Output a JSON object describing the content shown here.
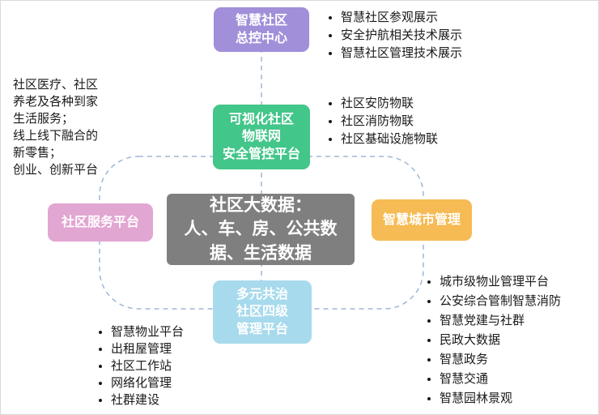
{
  "diagram": {
    "center": {
      "label": "社区大数据：\n人、车、房、公共数\n据、生活数据"
    },
    "top": {
      "label": "智慧社区\n总控中心"
    },
    "middle": {
      "label": "可视化社区\n物联网\n安全管控平台"
    },
    "left": {
      "label": "社区服务平台"
    },
    "right": {
      "label": "智慧城市管理"
    },
    "bottom": {
      "label": "多元共治\n社区四级\n管理平台"
    }
  },
  "annotations": {
    "left_text": "社区医疗、社区\n养老及各种到家\n生活服务；\n线上线下融合的\n新零售；\n创业、创新平台",
    "top_right": {
      "items": [
        "智慧社区参观展示",
        "安全护航相关技术展示",
        "智慧社区管理技术展示"
      ]
    },
    "middle_right": {
      "items": [
        "社区安防物联",
        "社区消防物联",
        "社区基础设施物联"
      ]
    },
    "bottom_left": {
      "items": [
        "智慧物业平台",
        "出租屋管理",
        "社区工作站",
        "网络化管理",
        "社群建设"
      ]
    },
    "bottom_right": {
      "items": [
        "城市级物业管理平台",
        "公安综合管制智慧消防",
        "智慧党建与社群",
        "民政大数据",
        "智慧政务",
        "智慧交通",
        "智慧园林景观"
      ]
    }
  },
  "colors": {
    "top_node": "#a18fd9",
    "middle_node": "#43c689",
    "center_node": "#7f7f7f",
    "left_node": "#e2a6d2",
    "right_node": "#f6bb54",
    "bottom_node": "#a7daec",
    "connector": "#9db7d7"
  }
}
